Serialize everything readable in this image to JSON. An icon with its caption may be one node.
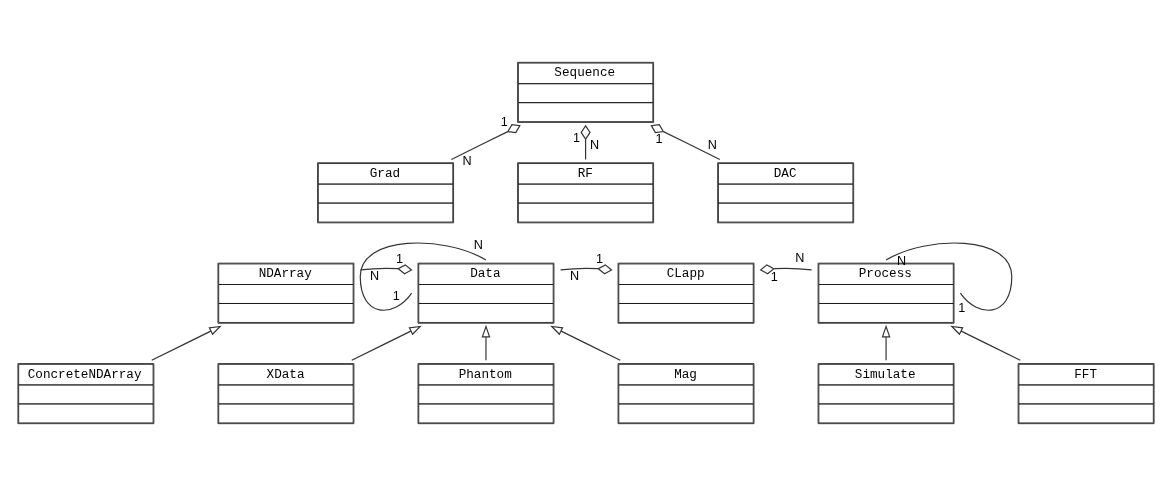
{
  "diagram": {
    "nodes": [
      {
        "text": [
          "Sequence"
        ]
      },
      {
        "text": [
          "Grad"
        ]
      },
      {
        "text": [
          "RF"
        ]
      },
      {
        "text": [
          "DAC"
        ]
      },
      {
        "text": [
          "NDArray"
        ]
      },
      {
        "text": [
          "Data"
        ]
      },
      {
        "text": [
          "CLapp"
        ]
      },
      {
        "text": [
          "Process"
        ]
      },
      {
        "text": [
          "ConcreteNDArray"
        ]
      },
      {
        "text": [
          "XData"
        ]
      },
      {
        "text": [
          "Phantom"
        ]
      },
      {
        "text": [
          "Mag"
        ]
      },
      {
        "text": [
          "Simulate"
        ]
      },
      {
        "text": [
          "FFT"
        ]
      }
    ],
    "edges": [
      {
        "from": 0,
        "to": 1,
        "arrow": "other"
      },
      {
        "from": 0,
        "to": 2,
        "arrow": "other"
      },
      {
        "from": 0,
        "to": 3,
        "arrow": "other"
      },
      {
        "from": 5,
        "to": 5,
        "arrow": "none"
      },
      {
        "from": 5,
        "to": 4,
        "arrow": "other"
      },
      {
        "from": 6,
        "to": 5,
        "arrow": "other"
      },
      {
        "from": 6,
        "to": 7,
        "arrow": "other"
      },
      {
        "from": 7,
        "to": 7,
        "arrow": "none"
      },
      {
        "from": 8,
        "to": 4,
        "arrow": "to"
      },
      {
        "from": 9,
        "to": 5,
        "arrow": "to"
      },
      {
        "from": 10,
        "to": 5,
        "arrow": "to"
      },
      {
        "from": 11,
        "to": 5,
        "arrow": "to"
      },
      {
        "from": 12,
        "to": 7,
        "arrow": "to"
      },
      {
        "from": 13,
        "to": 7,
        "arrow": "to"
      }
    ],
    "labels": [
      "1",
      "1",
      "1",
      "N",
      "N",
      "N",
      "N",
      "1",
      "1",
      "N",
      "N",
      "N",
      "1",
      "1",
      "N",
      "1"
    ]
  }
}
